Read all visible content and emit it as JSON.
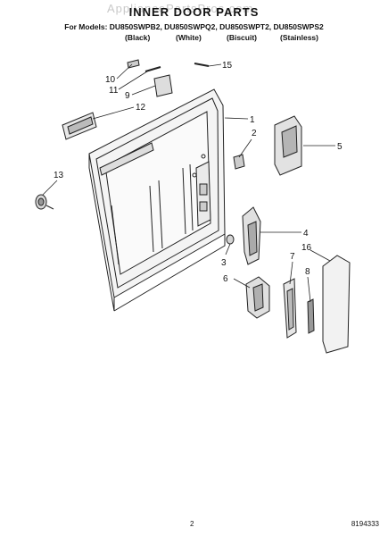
{
  "header": {
    "title": "INNER DOOR PARTS",
    "watermark": "AppliancePartsPros.com",
    "models_line": "For Models: DU850SWPB2, DU850SWPQ2, DU850SWPT2, DU850SWPS2",
    "colors": [
      "(Black)",
      "(White)",
      "(Biscuit)",
      "(Stainless)"
    ]
  },
  "callouts": [
    "10",
    "11",
    "9",
    "15",
    "12",
    "1",
    "2",
    "5",
    "13",
    "4",
    "16",
    "3",
    "7",
    "8",
    "6"
  ],
  "footer": {
    "page_number": "2",
    "document_number": "8194333"
  }
}
